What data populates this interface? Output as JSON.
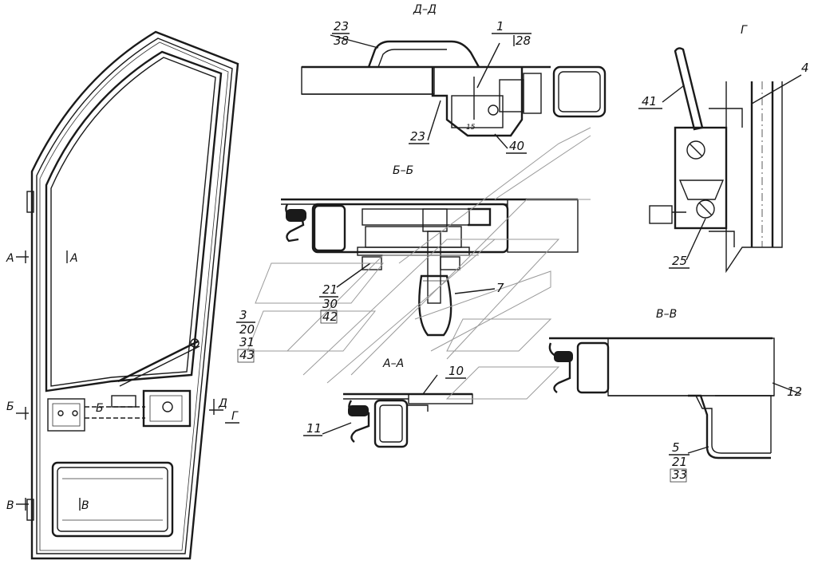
{
  "section_titles": {
    "dd": "Д–Д",
    "bb": "Б–Б",
    "g": "Г",
    "vv": "В–В",
    "aa": "А–А"
  },
  "cut_marks": {
    "a_left": "А",
    "a_right": "А",
    "b_left": "Б",
    "b_mid": "Б",
    "v_left": "В",
    "v_right": "В",
    "d": "Д",
    "g": "Г"
  },
  "callouts": {
    "c23_top": "23",
    "c38": "38",
    "c1": "1",
    "c28": "28",
    "c23_bottom": "23",
    "c40": "40",
    "c41": "41",
    "c4": "4",
    "c25": "25",
    "c21a": "21",
    "c30": "30",
    "c42": "42",
    "c7": "7",
    "c3": "3",
    "c20a": "20",
    "c31a": "31",
    "c43": "43",
    "c10": "10",
    "c11": "11",
    "c12": "12",
    "c5": "5",
    "c21b": "21",
    "c33": "33",
    "c15": "15"
  }
}
